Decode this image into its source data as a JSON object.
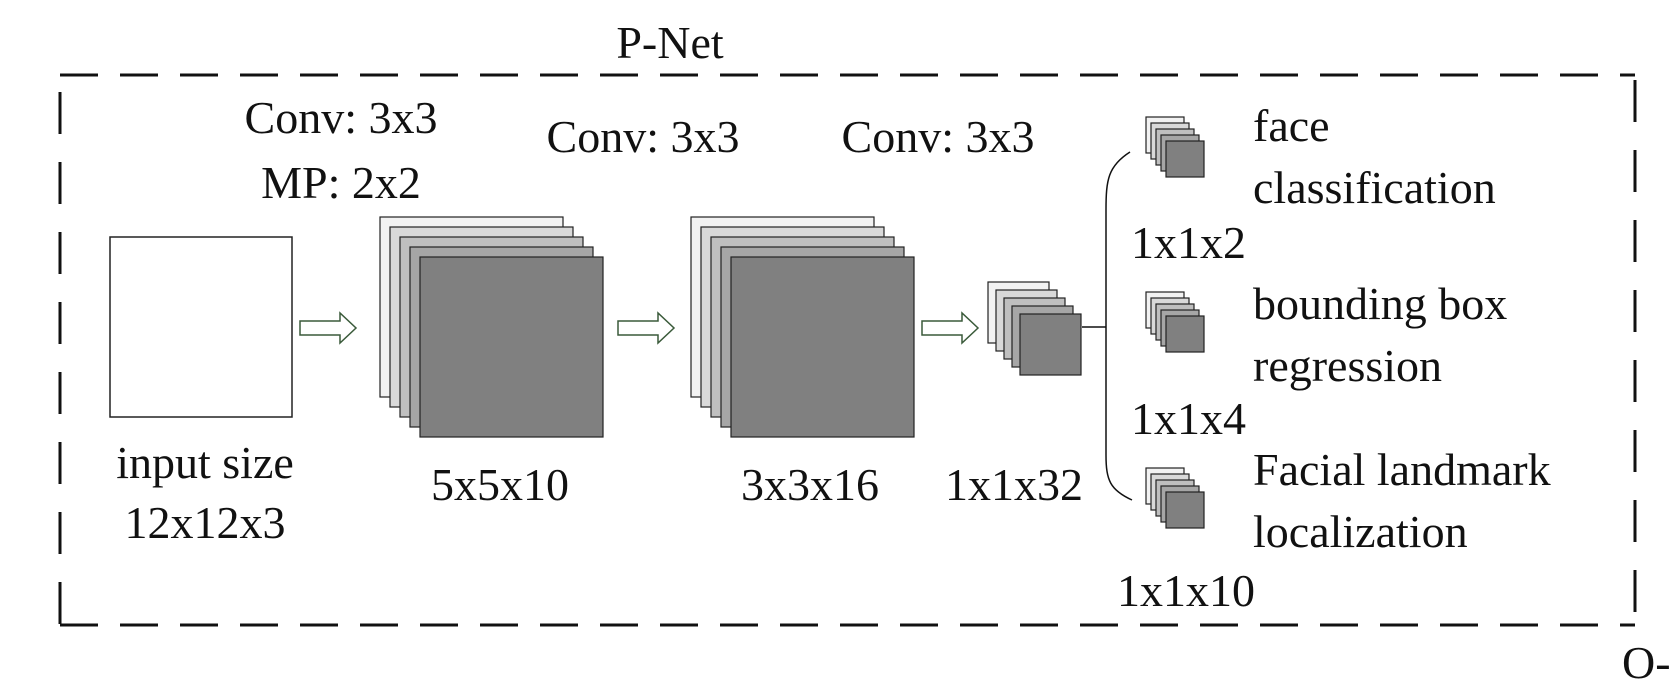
{
  "title": "P-Net",
  "input": {
    "line1": "input size",
    "line2": "12x12x3"
  },
  "ops": {
    "op1_line1": "Conv: 3x3",
    "op1_line2": "MP: 2x2",
    "op2": "Conv: 3x3",
    "op3": "Conv: 3x3"
  },
  "layers": {
    "l1": "5x5x10",
    "l2": "3x3x16",
    "l3": "1x1x32"
  },
  "outputs": [
    {
      "line1": "face",
      "line2": "classification",
      "size": "1x1x2"
    },
    {
      "line1": "bounding box",
      "line2": "regression",
      "size": "1x1x4"
    },
    {
      "line1": "Facial landmark",
      "line2": "localization",
      "size": "1x1x10"
    }
  ],
  "cropped_text": "O-",
  "colors": {
    "stack_fills": [
      "#f2f2f2",
      "#d9d9d9",
      "#bfbfbf",
      "#a6a6a6",
      "#808080"
    ],
    "arrow_stroke": "#3a5a3a",
    "line": "#111111"
  }
}
